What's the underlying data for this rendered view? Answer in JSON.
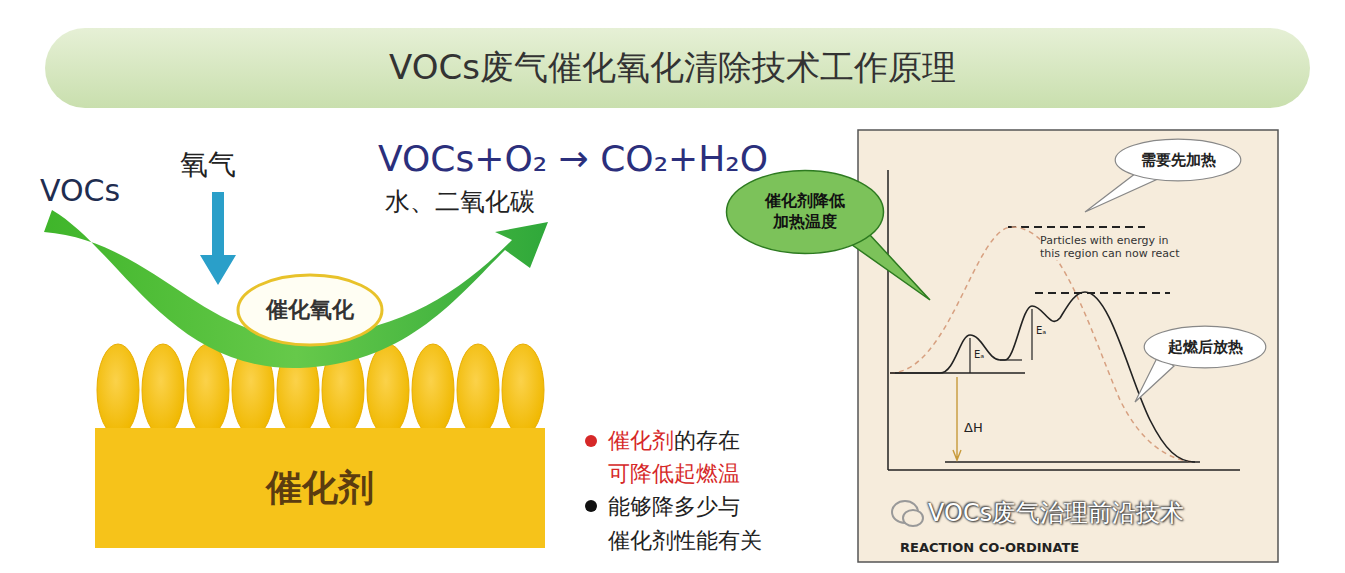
{
  "diagram": {
    "title": "VOCs废气催化氧化清除技术工作原理",
    "nodes": [
      {
        "text": [
          "催化氧化"
        ]
      },
      {
        "text": [
          "催化剂"
        ]
      },
      {
        "text": [
          "需要先加热"
        ]
      },
      {
        "text": [
          "催化剂降低 加热温度"
        ]
      },
      {
        "text": [
          "起燃后放热"
        ]
      }
    ],
    "labels": [
      "VOCs",
      "氧气",
      "VOCs+O₂ → CO₂+H₂O",
      "水、二氧化碳",
      "催化剂",
      "的存在",
      "可降低起燃温",
      "能够降多少与 催化剂性能有关",
      "Particles with energy in this region can now react",
      "Eₐ",
      "Eₐ",
      "ΔH",
      "REACTION CO-ORDINATE",
      "VOCs废气治理前沿技术"
    ]
  }
}
